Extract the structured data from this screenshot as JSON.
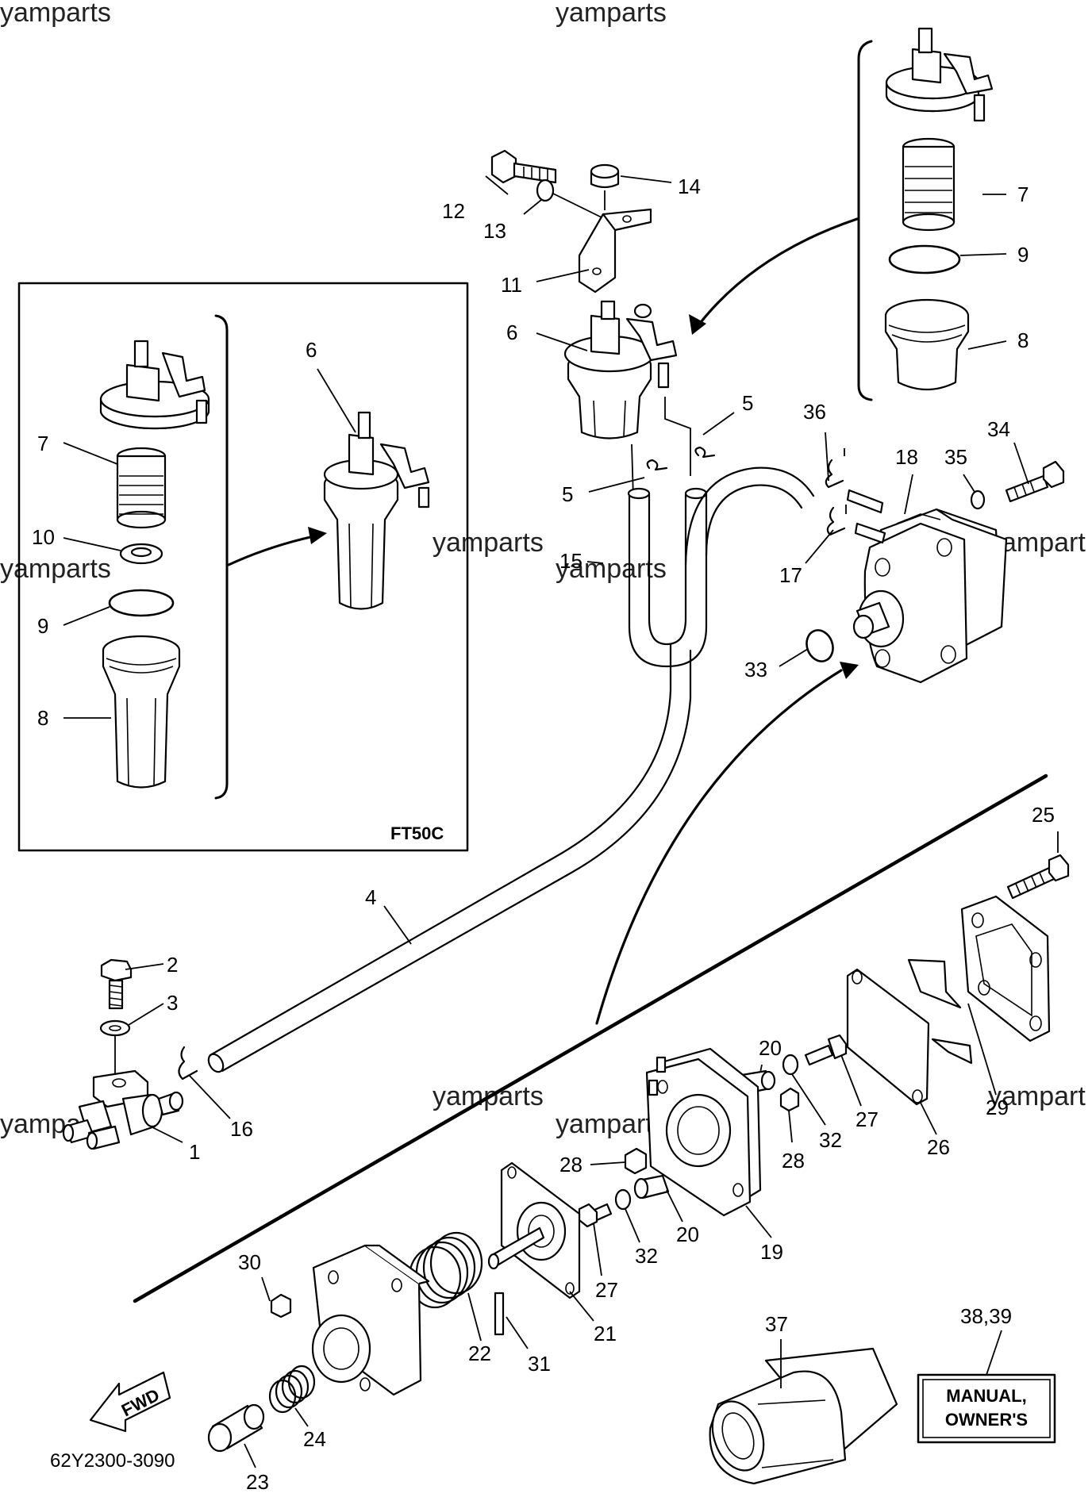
{
  "watermarks": [
    "yamparts",
    "yamparts",
    "yamparts",
    "yamparts",
    "yamparts",
    "yamparts",
    "yamparts",
    "yamparts",
    "yamparts",
    "yampart",
    "yampart"
  ],
  "inset_label": "FT50C",
  "diagram_code": "62Y2300-3090",
  "fwd_label": "FWD",
  "manual_label": [
    "MANUAL,",
    "OWNER'S"
  ],
  "callouts": {
    "c1": "1",
    "c2": "2",
    "c3": "3",
    "c4": "4",
    "c5a": "5",
    "c5b": "5",
    "c6a": "6",
    "c6b": "6",
    "c7a": "7",
    "c7b": "7",
    "c8a": "8",
    "c8b": "8",
    "c9a": "9",
    "c9b": "9",
    "c10": "10",
    "c11": "11",
    "c12": "12",
    "c13": "13",
    "c14": "14",
    "c15": "15",
    "c16": "16",
    "c17": "17",
    "c18": "18",
    "c19": "19",
    "c20a": "20",
    "c20b": "20",
    "c21": "21",
    "c22": "22",
    "c23": "23",
    "c24": "24",
    "c25": "25",
    "c26": "26",
    "c27a": "27",
    "c27b": "27",
    "c28a": "28",
    "c28b": "28",
    "c29": "29",
    "c30": "30",
    "c31": "31",
    "c32a": "32",
    "c32b": "32",
    "c33": "33",
    "c34": "34",
    "c35": "35",
    "c36": "36",
    "c37": "37",
    "c3839": "38,39"
  }
}
